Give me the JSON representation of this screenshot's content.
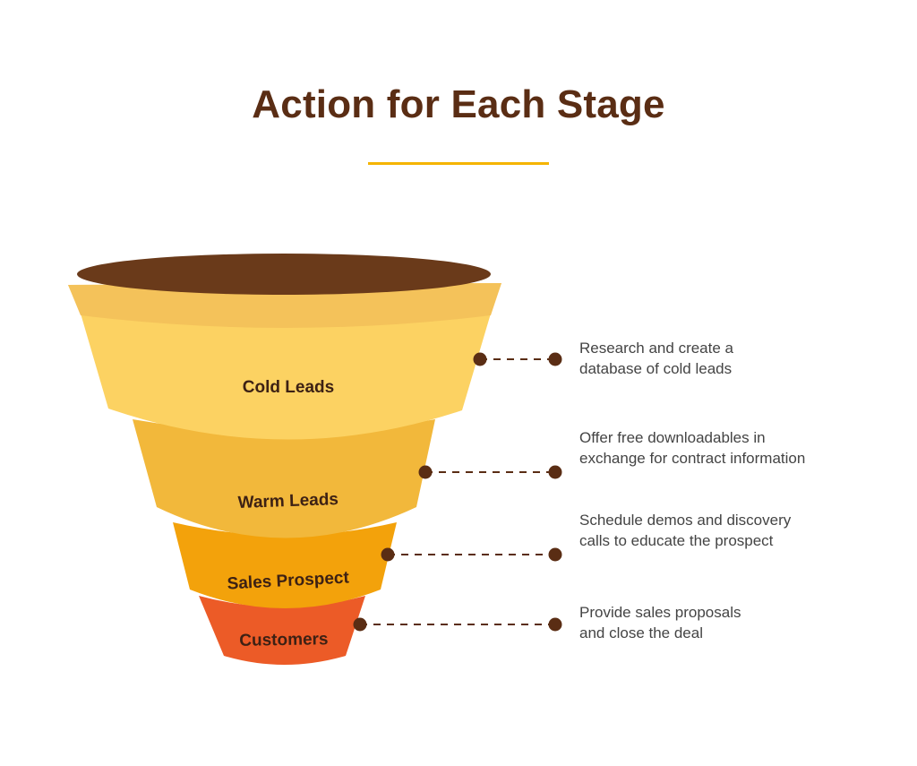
{
  "title": "Action for Each Stage",
  "colors": {
    "title": "#5a2d14",
    "accent_rule": "#f5b400",
    "funnel_top": "#6a3a1a",
    "cold_leads": "#fcd262",
    "warm_leads": "#f2b83b",
    "sales_prospect": "#f3a20b",
    "customers": "#ec5b27",
    "connector": "#5a2d14"
  },
  "stages": [
    {
      "label": "Cold Leads",
      "action_lines": [
        "Research and create a",
        "database of cold leads"
      ]
    },
    {
      "label": "Warm Leads",
      "action_lines": [
        "Offer free downloadables in",
        "exchange for contract information"
      ]
    },
    {
      "label": "Sales Prospect",
      "action_lines": [
        "Schedule demos and discovery",
        "calls to educate the prospect"
      ]
    },
    {
      "label": "Customers",
      "action_lines": [
        "Provide sales proposals",
        "and close the deal"
      ]
    }
  ]
}
